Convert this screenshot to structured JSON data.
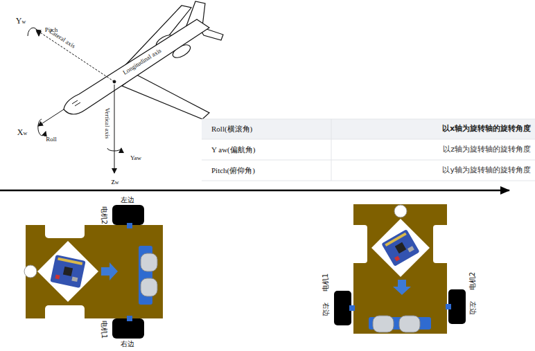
{
  "diagram": {
    "labels": [
      "Yw",
      "Pitch",
      "Lateral axis",
      "Longitudinal axis",
      "Vertical axis",
      "Xw",
      "Roll",
      "Yaw",
      "zw",
      "Roll(横滚角)",
      "以x轴为旋转轴的旋转角度",
      "Y aw(偏航角)",
      "以z轴为旋转轴的旋转角度",
      "Pitch(俯仰角)",
      "以y轴为旋转轴的旋转角度",
      "左边",
      "电机2",
      "电机1",
      "右边",
      "电机1",
      "右边",
      "电机2",
      "左边"
    ]
  }
}
